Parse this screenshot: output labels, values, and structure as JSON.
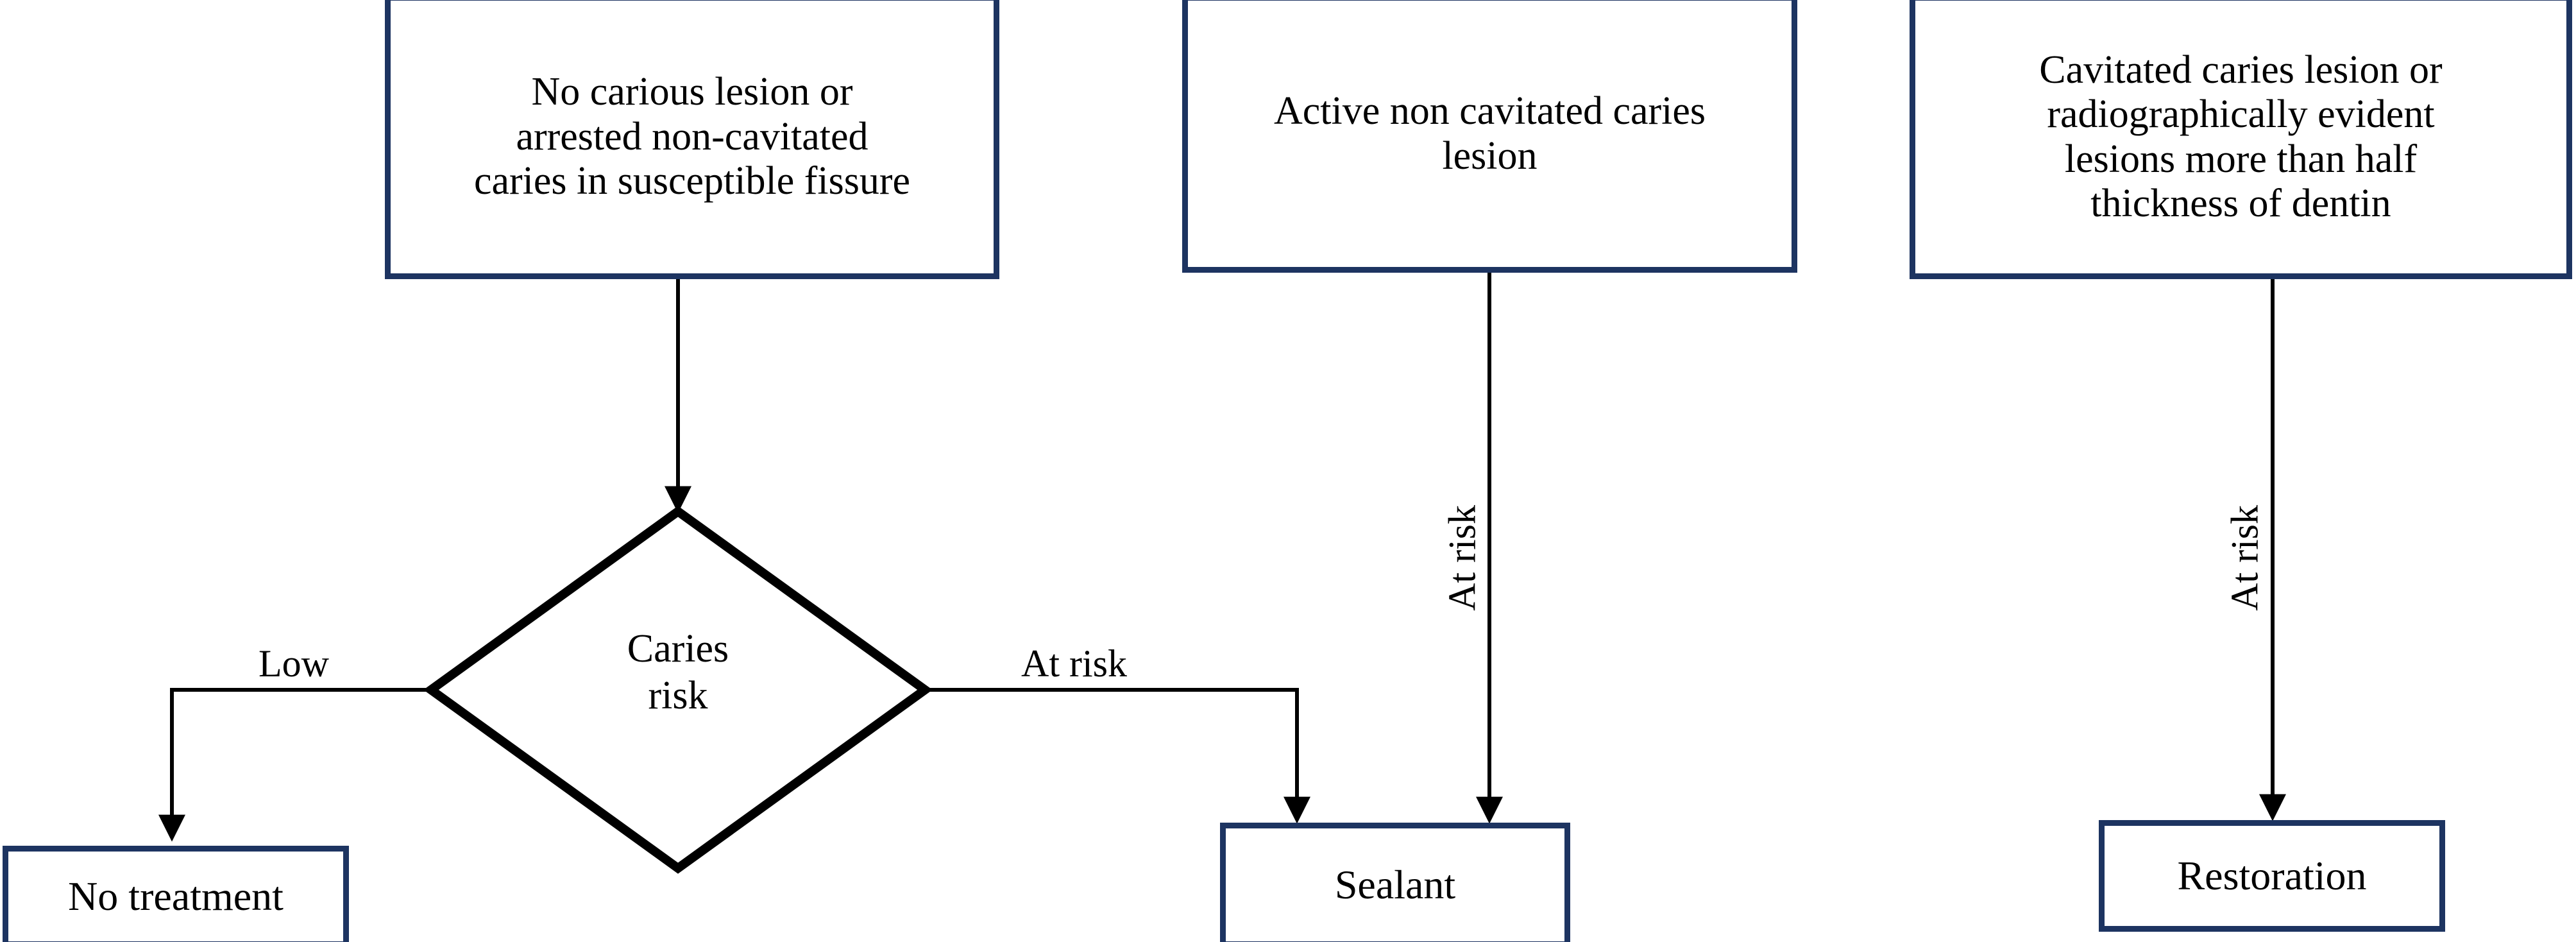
{
  "diagram": {
    "title": "Caries management decision flowchart",
    "colors": {
      "box_border": "#1d3461",
      "line": "#000000",
      "background": "#ffffff",
      "text": "#000000"
    },
    "top_nodes": [
      {
        "id": "no-carious-lesion",
        "text": "No carious lesion or\narrested non-cavitated\ncaries in susceptible fissure"
      },
      {
        "id": "active-non-cavitated",
        "text": "Active non cavitated caries\nlesion"
      },
      {
        "id": "cavitated-caries",
        "text": "Cavitated caries lesion or\nradiographically evident\nlesions more than half\nthickness of dentin"
      }
    ],
    "decision": {
      "id": "caries-risk",
      "text": "Caries\nrisk"
    },
    "edge_labels": {
      "low": "Low",
      "at_risk_right": "At risk",
      "at_risk_middle": "At risk",
      "at_risk_far_right": "At risk"
    },
    "outcome_nodes": [
      {
        "id": "no-treatment",
        "text": "No treatment"
      },
      {
        "id": "sealant",
        "text": "Sealant"
      },
      {
        "id": "restoration",
        "text": "Restoration"
      }
    ]
  }
}
